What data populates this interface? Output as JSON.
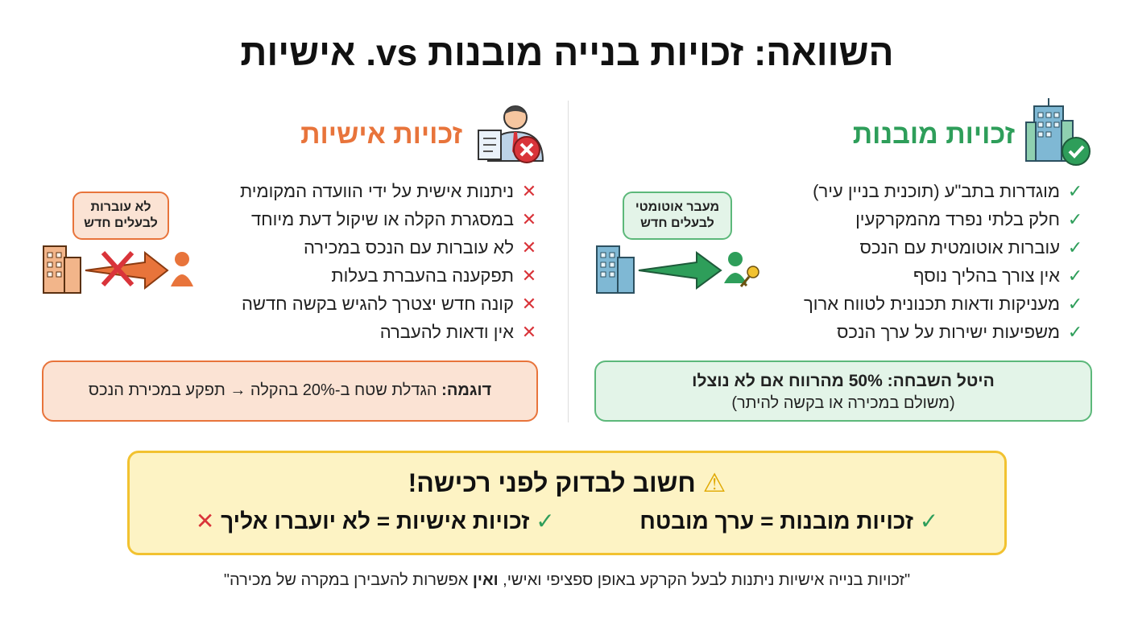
{
  "title": "השוואה: זכויות בנייה מובנות vs. אישיות",
  "colors": {
    "green": "#2e9e5a",
    "orange": "#e8743b",
    "red": "#d9343a",
    "yellow_bg": "#fdf3c4",
    "yellow_border": "#f2c230"
  },
  "built_in": {
    "heading": "זכויות מובנות",
    "icon": "building-check-icon",
    "bubble": "מעבר אוטומטי לבעלים חדש",
    "items": [
      "מוגדרות בתב\"ע (תוכנית בניין עיר)",
      "חלק בלתי נפרד מהמקרקעין",
      "עוברות אוטומטית עם הנכס",
      "אין צורך בהליך נוסף",
      "מעניקות ודאות תכנונית לטווח ארוך",
      "משפיעות ישירות על ערך הנכס"
    ],
    "note_bold": "היטל השבחה: 50% מהרווח אם לא נוצלו",
    "note_sub": "(משולם במכירה או בקשה להיתר)"
  },
  "personal": {
    "heading": "זכויות אישיות",
    "icon": "person-document-x-icon",
    "bubble": "לא עוברות לבעלים חדש",
    "items": [
      "ניתנות אישית על ידי הוועדה המקומית",
      "במסגרת הקלה או שיקול דעת מיוחד",
      "לא עוברות עם הנכס במכירה",
      "תפקענה בהעברת בעלות",
      "קונה חדש יצטרך להגיש בקשה חדשה",
      "אין ודאות להעברה"
    ],
    "example_label": "דוגמה:",
    "example_text": "הגדלת שטח ב-20% בהקלה → תפקע במכירת הנכס"
  },
  "warning": {
    "title": "חשוב לבדוק לפני רכישה!",
    "line1": "זכויות מובנות = ערך מובטח",
    "line2": "זכויות אישיות = לא יועברו אליך"
  },
  "quote": {
    "before": "\"זכויות בנייה אישיות ניתנות לבעל הקרקע באופן ספציפי ואישי, ",
    "bold": "ואין",
    "after": " אפשרות להעבירן במקרה של מכירה\""
  }
}
